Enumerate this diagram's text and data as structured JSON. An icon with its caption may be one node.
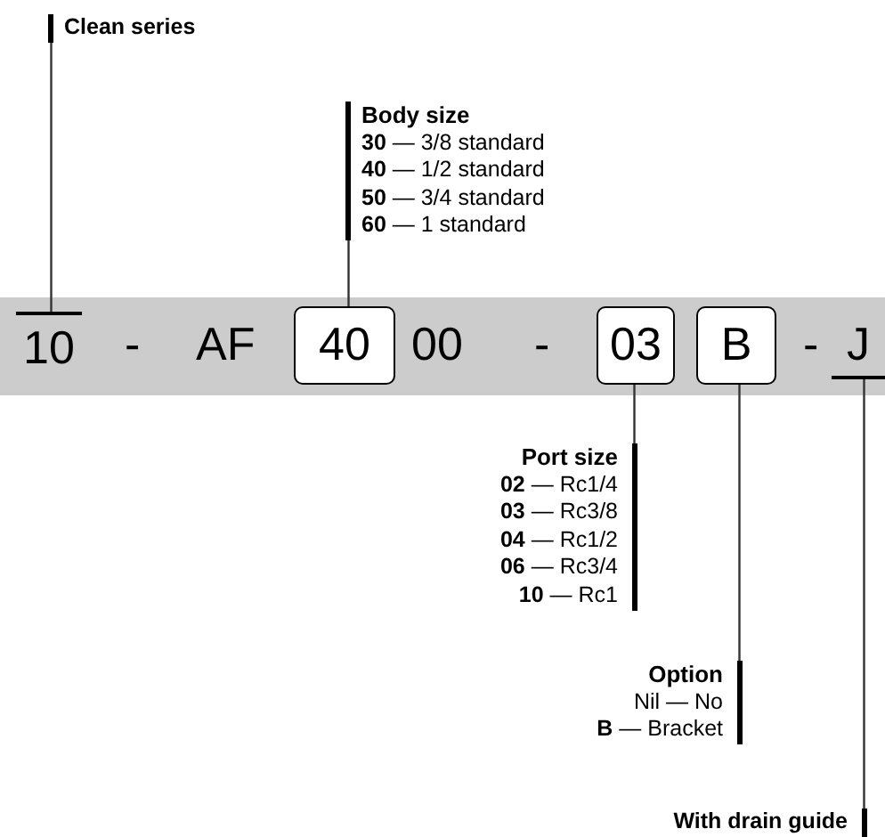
{
  "diagram": {
    "nodes": [
      {
        "text": [
          "10"
        ]
      },
      {
        "text": [
          "40"
        ]
      },
      {
        "text": [
          "03"
        ]
      },
      {
        "text": [
          "B"
        ]
      },
      {
        "text": [
          "J"
        ]
      },
      {
        "text": [
          "Clean series"
        ]
      },
      {
        "text": [
          "Body size",
          "**30** — 3/8 standard",
          "**40** — 1/2 standard",
          "**50** — 3/4 standard",
          "**60** — 1 standard"
        ]
      },
      {
        "text": [
          "Port size",
          "**02** — Rc1/4",
          "**03** — Rc3/8",
          "**04** — Rc1/2",
          "**06** — Rc3/4",
          "**10** — Rc1"
        ]
      },
      {
        "text": [
          "Option",
          "Nil — No",
          "**B** — Bracket"
        ]
      },
      {
        "text": [
          "With drain guide"
        ]
      }
    ],
    "edges": [
      {
        "from": 5,
        "to": 0,
        "arrow": "none"
      },
      {
        "from": 6,
        "to": 1,
        "arrow": "none"
      },
      {
        "from": 7,
        "to": 2,
        "arrow": "none"
      },
      {
        "from": 8,
        "to": 3,
        "arrow": "none"
      },
      {
        "from": 9,
        "to": 4,
        "arrow": "none"
      }
    ],
    "labels": [
      "-",
      "AF",
      "00",
      "-",
      "-"
    ]
  }
}
